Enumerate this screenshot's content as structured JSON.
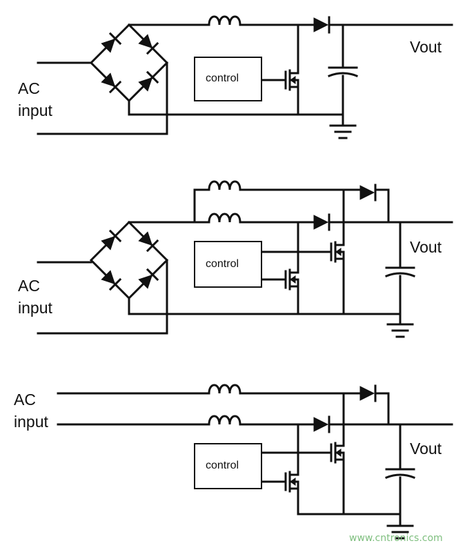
{
  "circuits": [
    {
      "ac_line1": "AC",
      "ac_line2": "input",
      "control_label": "control",
      "output_label": "Vout"
    },
    {
      "ac_line1": "AC",
      "ac_line2": "input",
      "control_label": "control",
      "output_label": "Vout"
    },
    {
      "ac_line1": "AC",
      "ac_line2": "input",
      "control_label": "control",
      "output_label": "Vout"
    }
  ],
  "watermark": "www.cntronics.com"
}
